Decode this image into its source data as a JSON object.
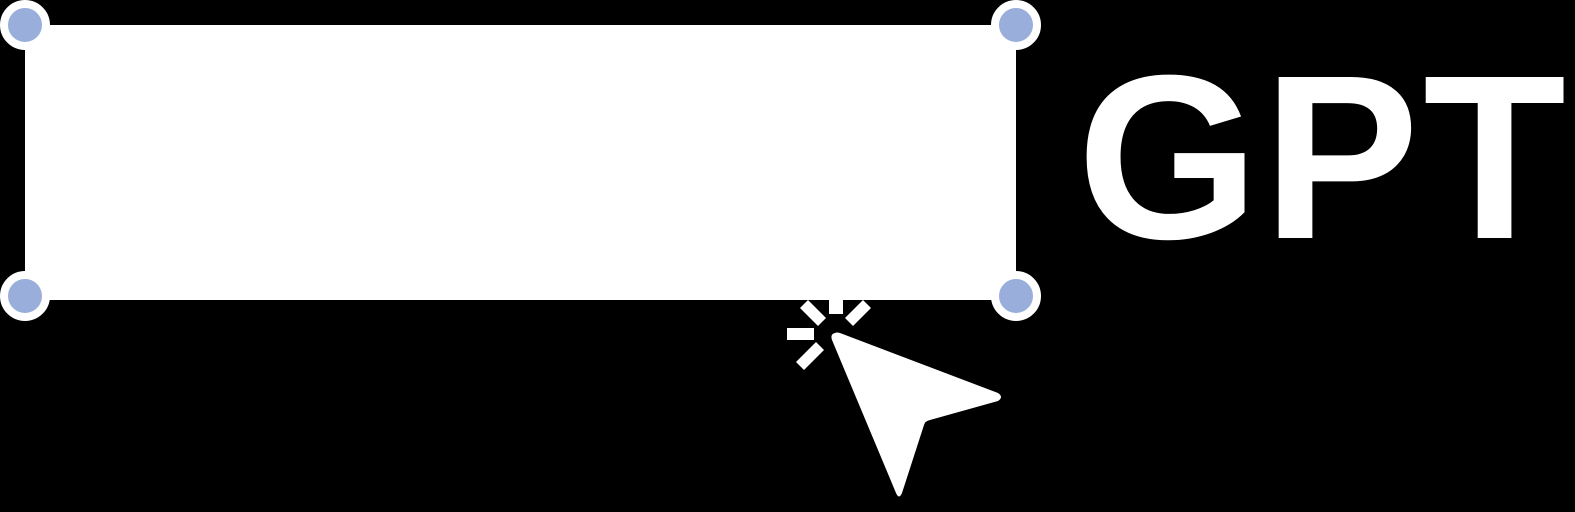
{
  "logo": {
    "wordmark": "GPT",
    "colors": {
      "background": "#000000",
      "foreground": "#ffffff",
      "handle_fill": "#9aaedc"
    },
    "selection_box": {
      "handles": [
        "top-left",
        "top-right",
        "bottom-left",
        "bottom-right"
      ]
    },
    "icons": {
      "cursor": "pointer-cursor-icon",
      "click_burst": "click-burst-icon"
    }
  }
}
